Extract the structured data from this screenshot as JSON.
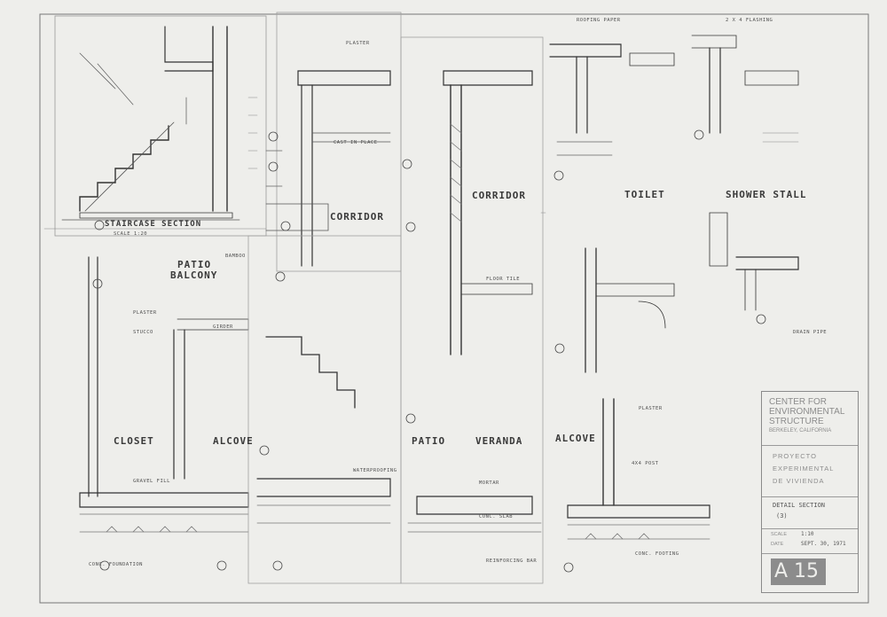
{
  "drawing_titles": {
    "stair_section": "STAIRCASE SECTION",
    "stair_scale": "SCALE 1:20",
    "patio_balcony_1": "PATIO",
    "patio_balcony_2": "BALCONY",
    "corridor_1": "CORRIDOR",
    "corridor_2": "CORRIDOR",
    "toilet": "TOILET",
    "shower_stall": "SHOWER STALL",
    "closet": "CLOSET",
    "alcove_1": "ALCOVE",
    "patio": "PATIO",
    "veranda": "VERANDA",
    "alcove_2": "ALCOVE"
  },
  "notes": {
    "n1": "ROOFING PAPER",
    "n2": "2 X 4 FLASHING",
    "n3": "PLASTER",
    "n4": "FLOOR TILE",
    "n5": "CONC. SLAB",
    "n6": "MORTAR",
    "n7": "STUCCO",
    "n8": "BAMBOO",
    "n9": "PLASTER",
    "n10": "GRAVEL FILL",
    "n11": "4X4 POST",
    "n12": "CONC. FOOTING",
    "n13": "WATERPROOFING",
    "n14": "DRAIN PIPE",
    "n15": "CONC. FOUNDATION",
    "n16": "REINFORCING BAR",
    "n17": "GIRDER",
    "n18": "PLASTER",
    "n19": "CAST IN PLACE"
  },
  "title_block": {
    "org_line1": "CENTER FOR",
    "org_line2": "ENVIRONMENTAL",
    "org_line3": "STRUCTURE",
    "location": "BERKELEY, CALIFORNIA",
    "project_line1": "PROYECTO",
    "project_line2": "EXPERIMENTAL",
    "project_line3": "DE VIVIENDA",
    "sheet_title": "DETAIL SECTION",
    "sheet_subtitle": "(3)",
    "scale_label": "SCALE",
    "scale_value": "1:10",
    "date_label": "DATE",
    "date_value": "SEPT. 30, 1971",
    "sheet_number": "A 15"
  }
}
